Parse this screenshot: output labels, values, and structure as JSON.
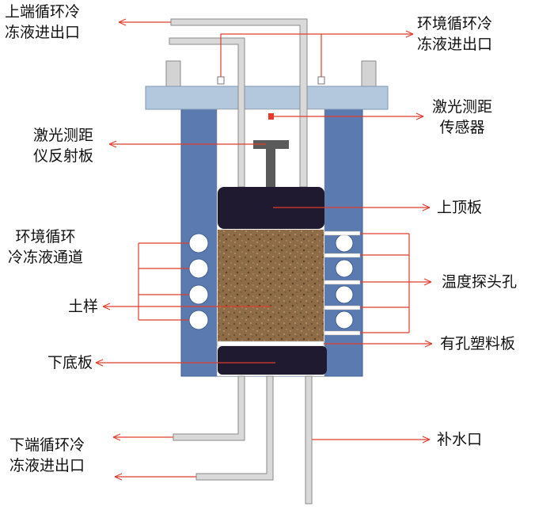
{
  "labels": {
    "top_coolant": [
      "上端循环冷",
      "冻液进出口"
    ],
    "env_coolant_top": [
      "环境循环冷",
      "冻液进出口"
    ],
    "laser_sensor": [
      "激光测距",
      "传感器"
    ],
    "laser_reflector": [
      "激光测距",
      "仪反射板"
    ],
    "top_plate": "上顶板",
    "env_channel": [
      "环境循环",
      "冷冻液通道"
    ],
    "temp_holes": "温度探头孔",
    "soil_sample": "土样",
    "porous_plate": "有孔塑料板",
    "bottom_plate": "下底板",
    "bottom_coolant": [
      "下端循环冷",
      "冻液进出口"
    ],
    "water_inlet": "补水口"
  },
  "colors": {
    "arrow": "#e03c2c",
    "cell_wall": "#5b7bb0",
    "lid": "#b3c8dd",
    "plate": "#201a30",
    "soil": "#8c6a46",
    "pipe": "#d9d9d9",
    "pipe_stroke": "#8a8a8a",
    "sensor": "#e53a2a"
  }
}
